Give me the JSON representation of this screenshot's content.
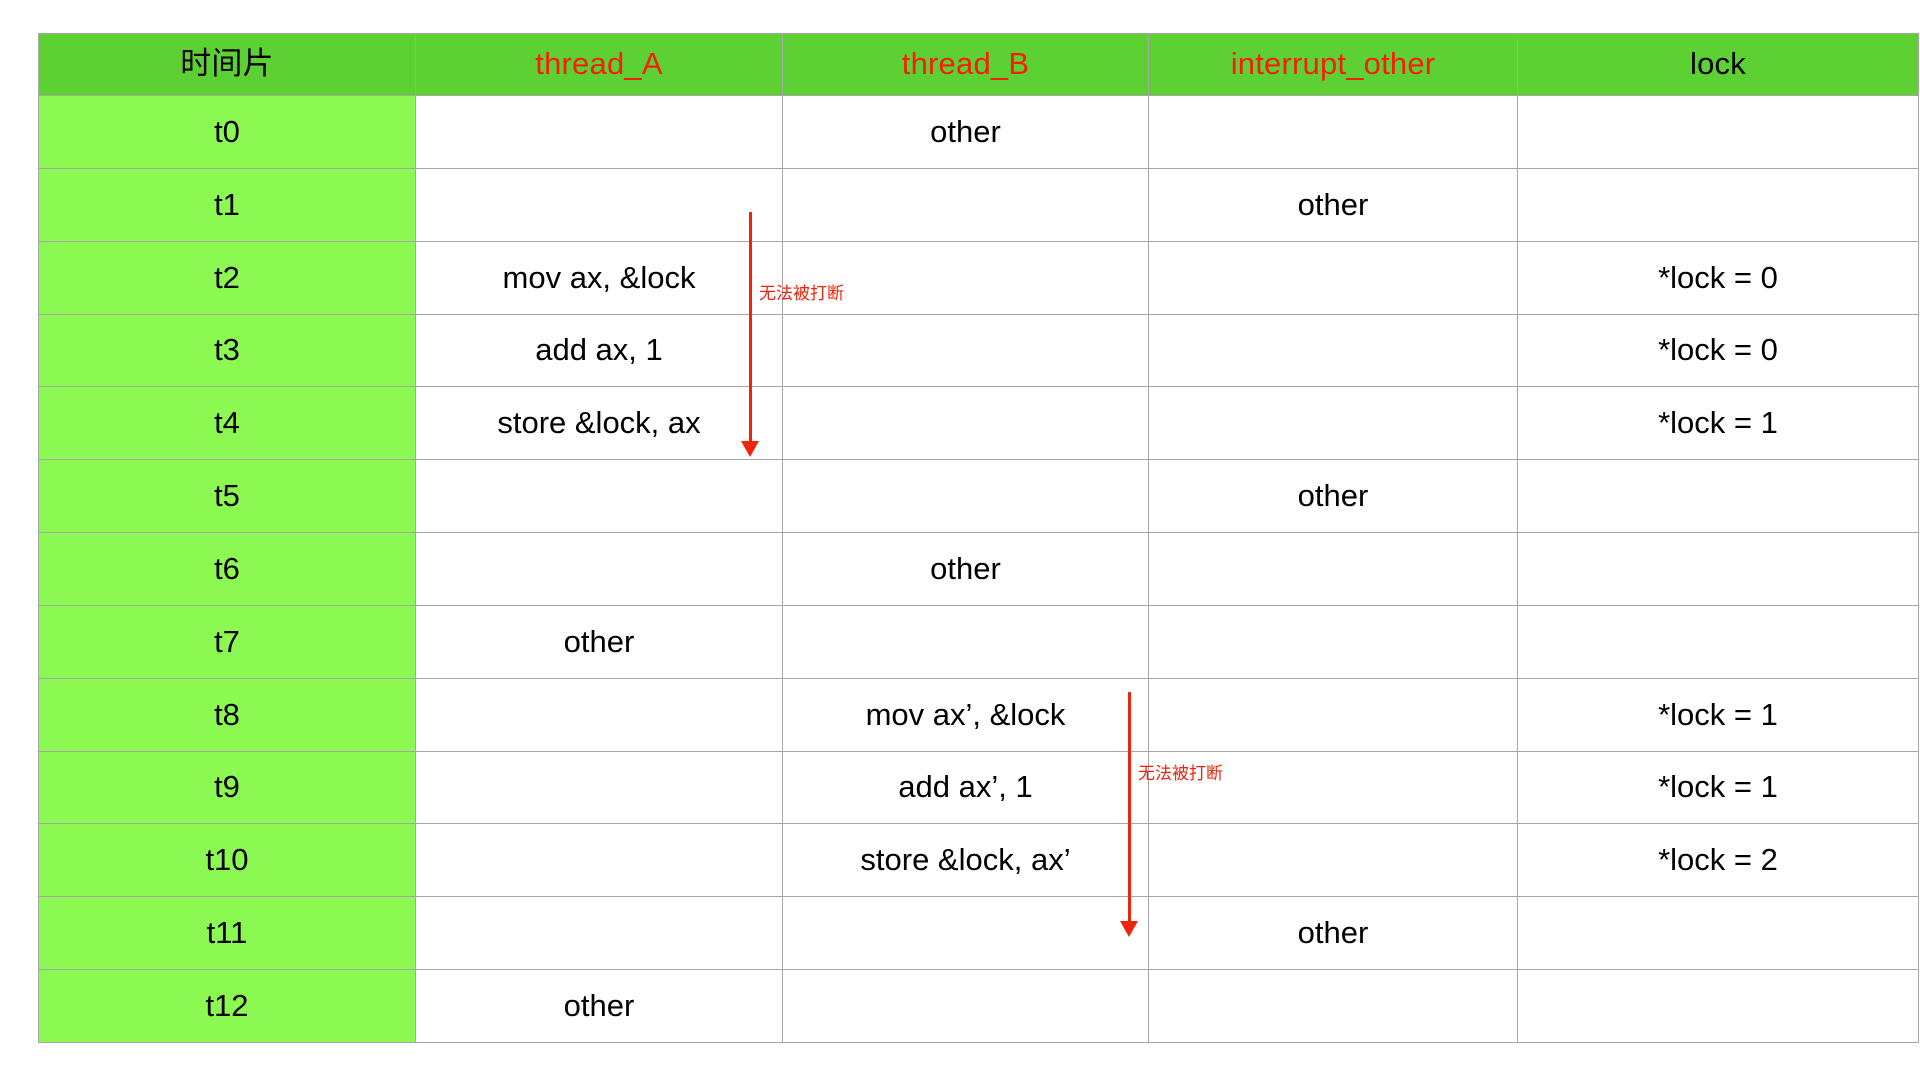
{
  "table": {
    "columns": [
      {
        "label": "时间片",
        "style": "black",
        "key": "slot"
      },
      {
        "label": "thread_A",
        "style": "red",
        "key": "thread_a"
      },
      {
        "label": "thread_B",
        "style": "red",
        "key": "thread_b"
      },
      {
        "label": "interrupt_other",
        "style": "red",
        "key": "interrupt_other"
      },
      {
        "label": "lock",
        "style": "black",
        "key": "lock"
      }
    ],
    "rows": [
      {
        "slot": "t0",
        "thread_a": "",
        "thread_b": "other",
        "interrupt_other": "",
        "lock": ""
      },
      {
        "slot": "t1",
        "thread_a": "",
        "thread_b": "",
        "interrupt_other": "other",
        "lock": ""
      },
      {
        "slot": "t2",
        "thread_a": "mov ax, &lock",
        "thread_b": "",
        "interrupt_other": "",
        "lock": "*lock = 0"
      },
      {
        "slot": "t3",
        "thread_a": "add ax, 1",
        "thread_b": "",
        "interrupt_other": "",
        "lock": "*lock = 0"
      },
      {
        "slot": "t4",
        "thread_a": "store &lock, ax",
        "thread_b": "",
        "interrupt_other": "",
        "lock": "*lock = 1"
      },
      {
        "slot": "t5",
        "thread_a": "",
        "thread_b": "",
        "interrupt_other": "other",
        "lock": ""
      },
      {
        "slot": "t6",
        "thread_a": "",
        "thread_b": "other",
        "interrupt_other": "",
        "lock": ""
      },
      {
        "slot": "t7",
        "thread_a": "other",
        "thread_b": "",
        "interrupt_other": "",
        "lock": ""
      },
      {
        "slot": "t8",
        "thread_a": "",
        "thread_b": "mov ax’, &lock",
        "interrupt_other": "",
        "lock": "*lock = 1"
      },
      {
        "slot": "t9",
        "thread_a": "",
        "thread_b": "add ax’, 1",
        "interrupt_other": "",
        "lock": "*lock = 1"
      },
      {
        "slot": "t10",
        "thread_a": "",
        "thread_b": "store &lock, ax’",
        "interrupt_other": "",
        "lock": "*lock = 2"
      },
      {
        "slot": "t11",
        "thread_a": "",
        "thread_b": "",
        "interrupt_other": "other",
        "lock": ""
      },
      {
        "slot": "t12",
        "thread_a": "other",
        "thread_b": "",
        "interrupt_other": "",
        "lock": ""
      }
    ]
  },
  "annotations": [
    {
      "id": "thread-a-atomic",
      "label": "无法被打断"
    },
    {
      "id": "thread-b-atomic",
      "label": "无法被打断"
    }
  ],
  "colors": {
    "header_green": "#5DD134",
    "slot_green": "#8CF852",
    "annotation_red": "#f0240a",
    "header_text_red": "#f91d07",
    "grid_line": "#a6a6a6",
    "cell_background": "#ffffff",
    "text": "#000000"
  }
}
